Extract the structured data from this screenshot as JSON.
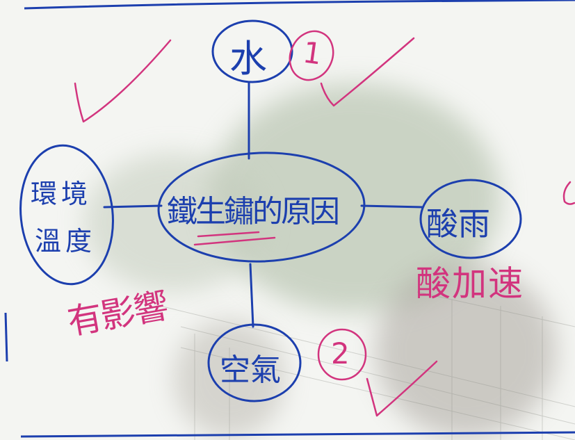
{
  "diagram": {
    "center": "鐵生鏽的原因",
    "nodes": {
      "top": "水",
      "left_line1": "環境",
      "left_line2": "溫度",
      "right": "酸雨",
      "bottom": "空氣"
    }
  },
  "annotations": {
    "mark_1": "1",
    "mark_2": "2",
    "left_note": "有影響",
    "right_note": "酸加速"
  },
  "colors": {
    "ink_blue": "#1c3fae",
    "ink_pink": "#d2347e",
    "paper": "#f4f5f2"
  }
}
